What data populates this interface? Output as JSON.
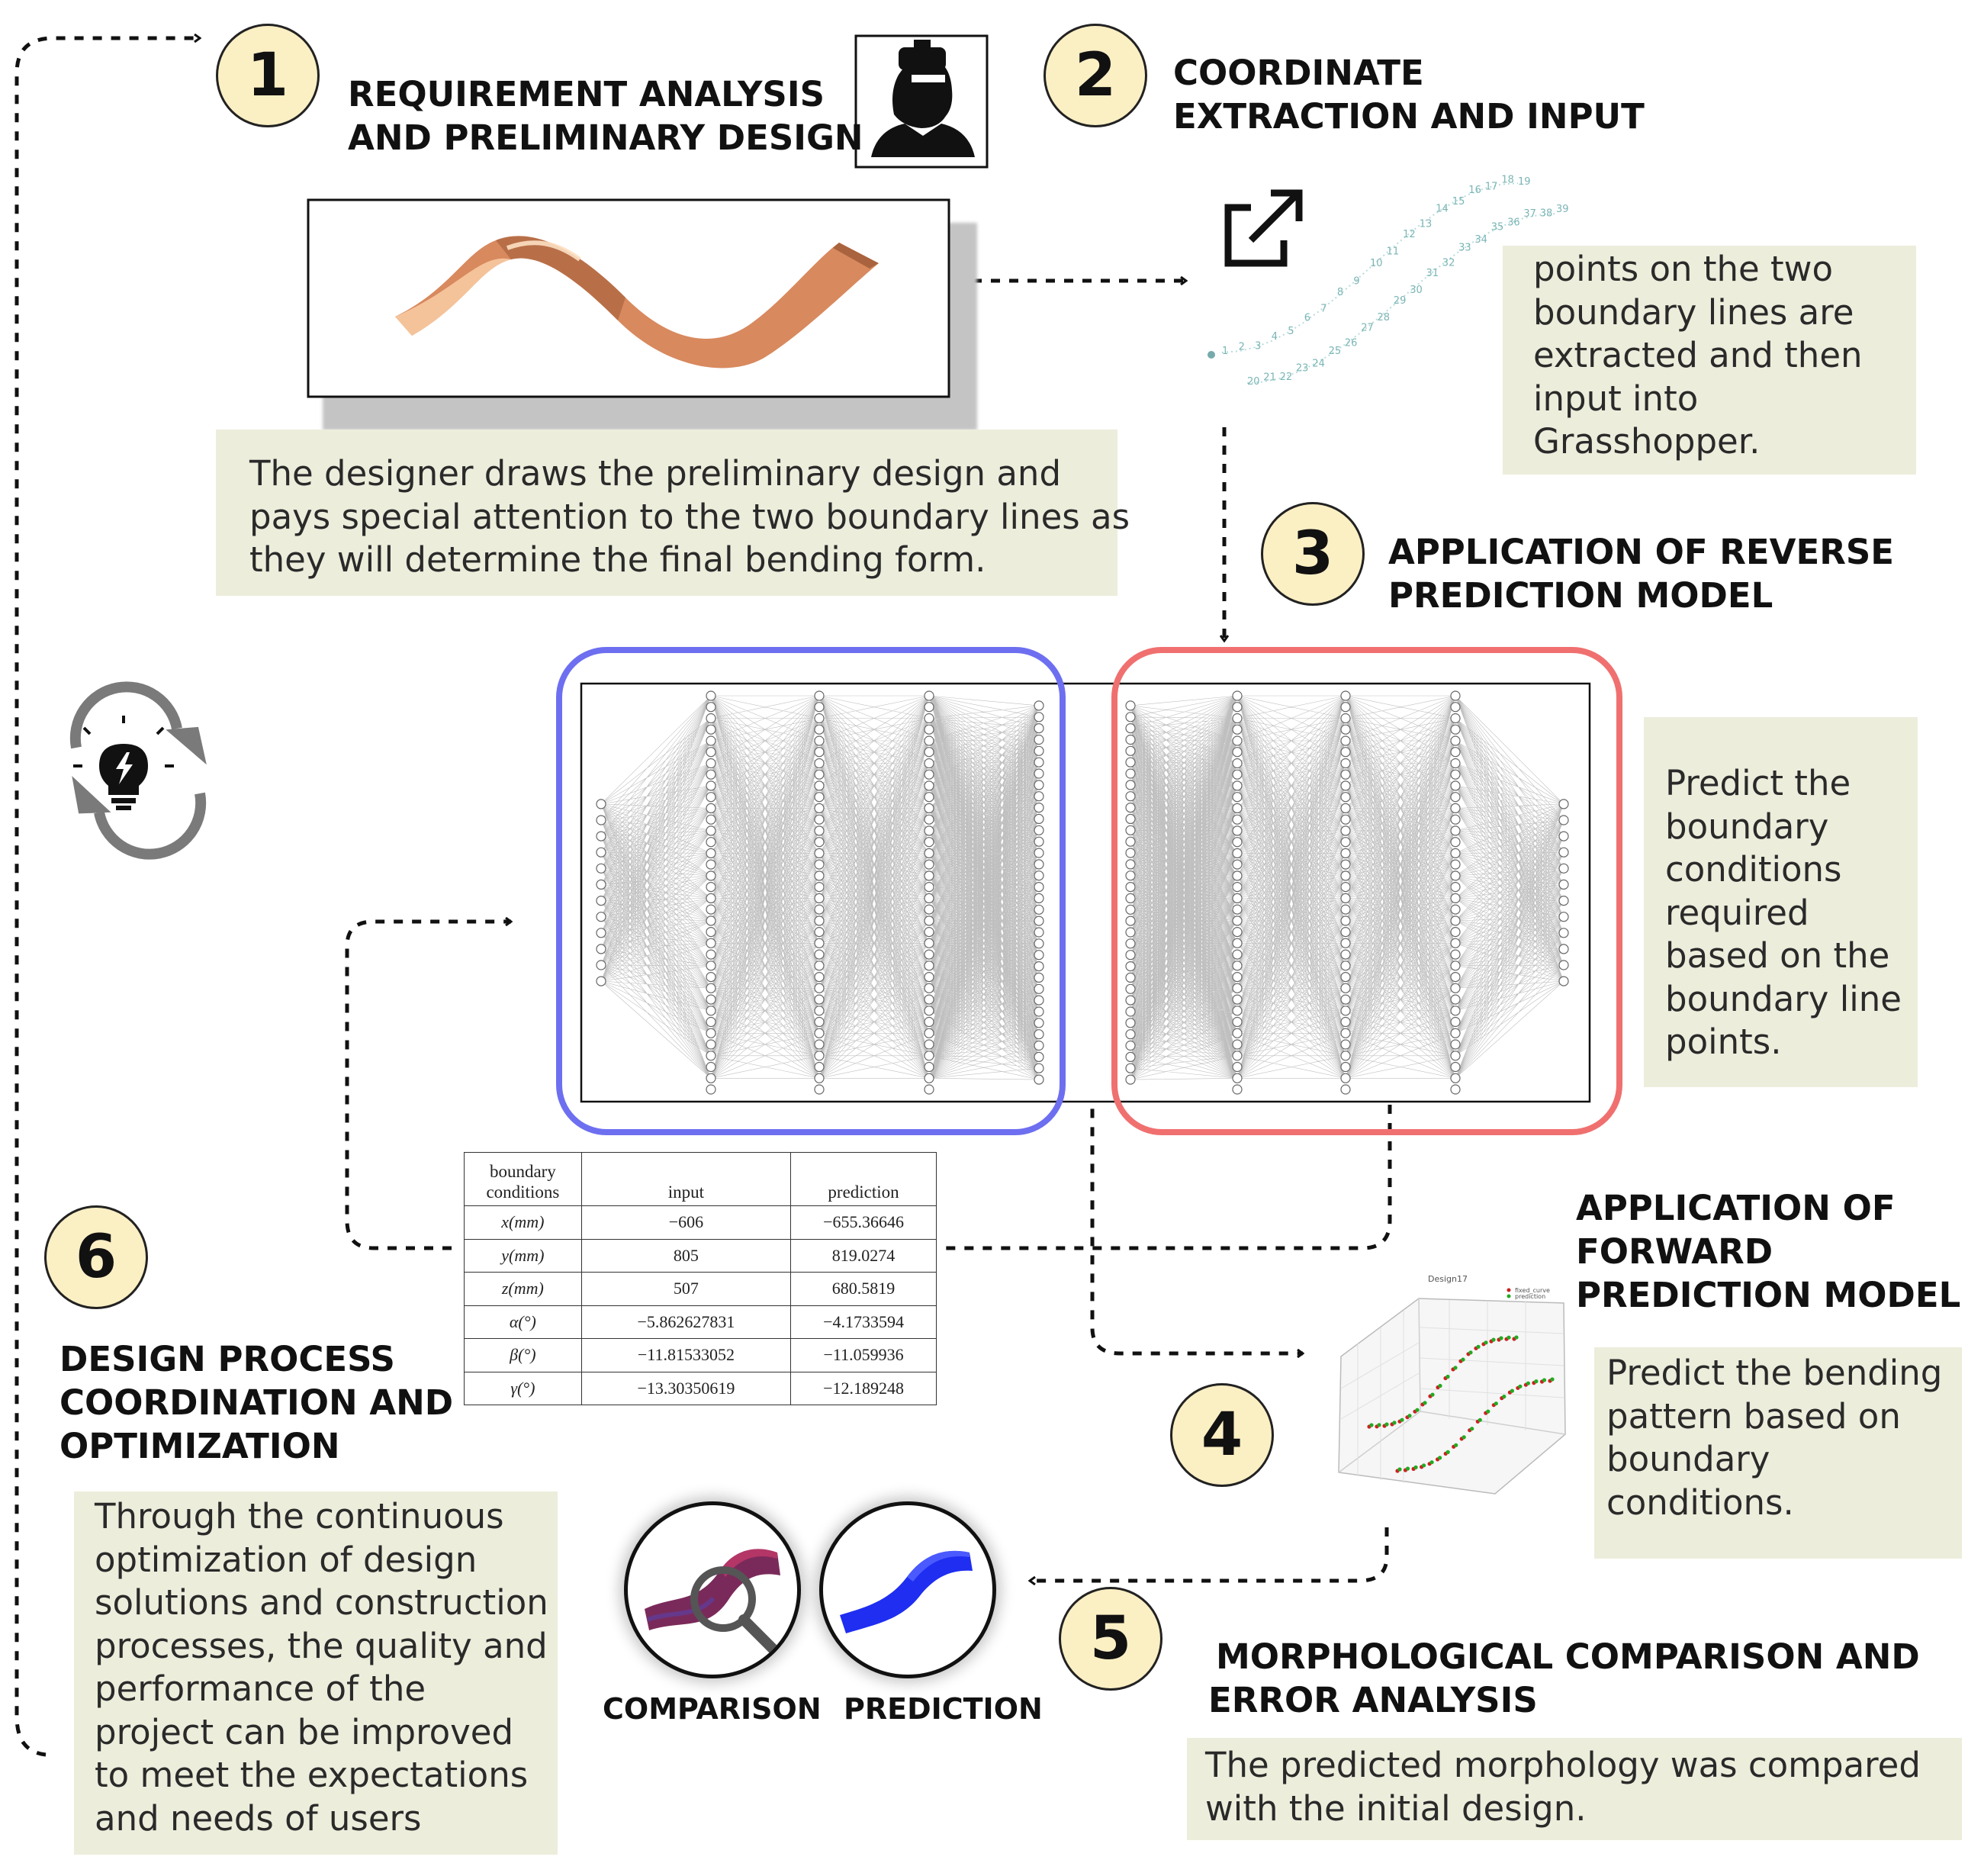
{
  "steps": [
    {
      "number": "1",
      "title_lines": [
        "REQUIREMENT ANALYSIS",
        "AND PRELIMINARY DESIGN"
      ]
    },
    {
      "number": "2",
      "title_lines": [
        "COORDINATE",
        "EXTRACTION AND INPUT"
      ]
    },
    {
      "number": "3",
      "title_lines": [
        "APPLICATION OF REVERSE",
        "PREDICTION MODEL"
      ]
    },
    {
      "number": "4",
      "title_lines": [
        "APPLICATION OF",
        "FORWARD",
        "PREDICTION MODEL"
      ]
    },
    {
      "number": "5",
      "title_lines": [
        "MORPHOLOGICAL COMPARISON AND",
        "ERROR ANALYSIS"
      ]
    },
    {
      "number": "6",
      "title_lines": [
        "DESIGN PROCESS",
        "COORDINATION AND",
        "OPTIMIZATION"
      ]
    }
  ],
  "notes": {
    "step1": [
      "The designer draws the preliminary design and",
      "pays special attention to the two boundary lines as",
      "they will determine the final bending form."
    ],
    "step2": [
      "points on the two",
      "boundary lines are",
      "extracted and then",
      "input into",
      "Grasshopper."
    ],
    "step3": [
      "Predict the",
      "boundary",
      "conditions",
      "required",
      "based on the",
      "boundary line",
      "points."
    ],
    "step4": [
      "Predict the bending",
      "pattern based on",
      "boundary",
      "conditions."
    ],
    "step5": [
      "The predicted morphology was compared",
      "with the initial design."
    ],
    "step6": [
      "Through the continuous",
      "optimization of design",
      "solutions and construction",
      "processes, the quality and",
      "performance of the",
      "project can be improved",
      "to meet the expectations",
      "and needs of users"
    ]
  },
  "point_labels": {
    "upper": [
      "1",
      "2",
      "3",
      "4",
      "5",
      "6",
      "7",
      "8",
      "9",
      "10",
      "11",
      "12",
      "13",
      "14",
      "15",
      "16",
      "17",
      "18",
      "19"
    ],
    "lower": [
      "20",
      "21",
      "22",
      "23",
      "24",
      "25",
      "26",
      "27",
      "28",
      "29",
      "30",
      "31",
      "32",
      "33",
      "34",
      "35",
      "36",
      "37",
      "38",
      "39"
    ]
  },
  "table": {
    "headers": [
      "boundary\nconditions",
      "input",
      "prediction"
    ],
    "header_col1_lines": [
      "boundary",
      "conditions"
    ],
    "rows": [
      {
        "label": "x(mm)",
        "input": "−606",
        "prediction": "−655.36646"
      },
      {
        "label": "y(mm)",
        "input": "805",
        "prediction": "819.0274"
      },
      {
        "label": "z(mm)",
        "input": "507",
        "prediction": "680.5819"
      },
      {
        "label": "α(°)",
        "input": "−5.862627831",
        "prediction": "−4.1733594"
      },
      {
        "label": "β(°)",
        "input": "−11.81533052",
        "prediction": "−11.059936"
      },
      {
        "label": "γ(°)",
        "input": "−13.30350619",
        "prediction": "−12.189248"
      }
    ]
  },
  "plot": {
    "title": "Design17",
    "legend": [
      "fixed_curve",
      "prediction"
    ]
  },
  "captions": {
    "comparison": "COMPARISON",
    "prediction": "PREDICTION"
  },
  "icons": [
    "designer-icon",
    "export-icon",
    "lightbulb-cycle-icon",
    "magnifier-icon"
  ],
  "colors": {
    "note_bg": "#ededdc",
    "circle_bg": "#fbefc4",
    "encoder_frame": "#6d6ff0",
    "decoder_frame": "#f07070",
    "strip_copper": "#d8895e",
    "comparison_purple": "#7a2a5a",
    "prediction_blue": "#1f2ef0"
  }
}
